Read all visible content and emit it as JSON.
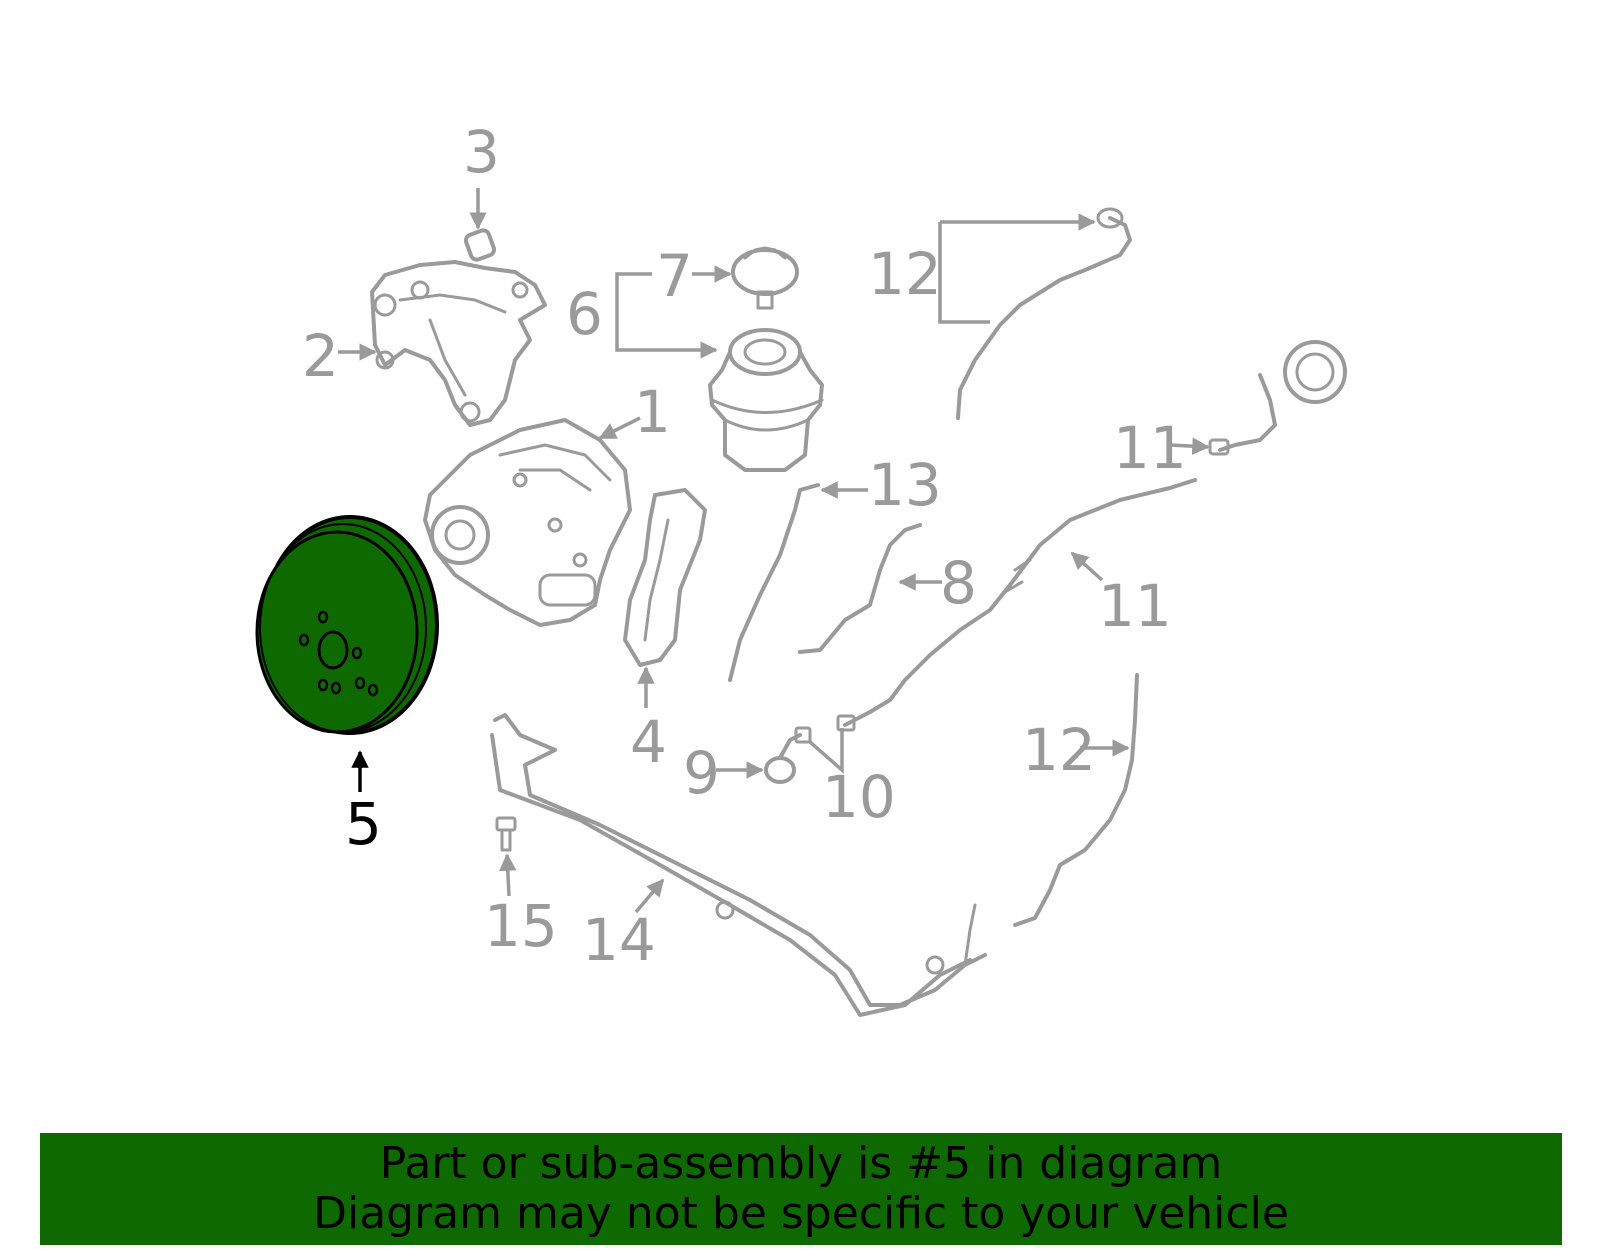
{
  "colors": {
    "highlight_part": "#0e6a00",
    "banner_background": "#0e6a00",
    "line_art": "#9a9a9a",
    "highlight_label": "#000000"
  },
  "highlighted_callout": "5",
  "callouts": {
    "c1": "1",
    "c2": "2",
    "c3": "3",
    "c4": "4",
    "c5": "5",
    "c6": "6",
    "c7": "7",
    "c8": "8",
    "c9": "9",
    "c10": "10",
    "c11a": "11",
    "c11b": "11",
    "c12a": "12",
    "c12b": "12",
    "c13": "13",
    "c14": "14",
    "c15": "15"
  },
  "banner": {
    "line1": "Part or sub-assembly is #5 in diagram",
    "line2": "Diagram may not be specific to your vehicle"
  }
}
